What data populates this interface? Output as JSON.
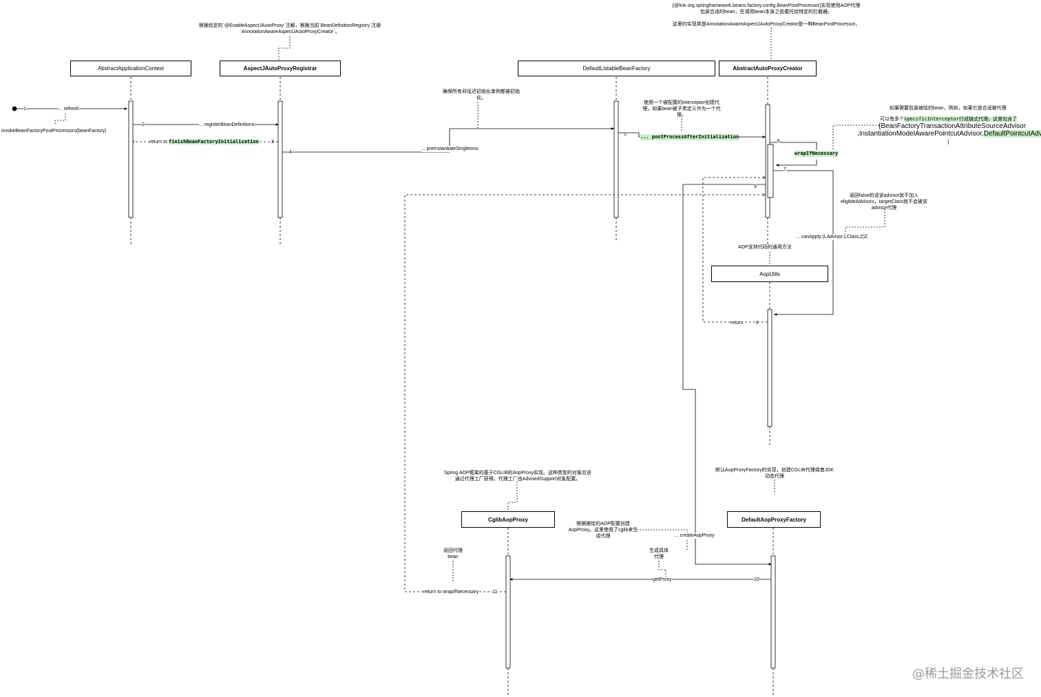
{
  "participants": {
    "abstract_application_context": "AbstractApplicationContext",
    "aspectj_auto_proxy_registrar": "AspectJAutoProxyRegistrar",
    "default_listable_bean_factory": "DefaultListableBeanFactory",
    "abstract_auto_proxy_creator": "AbstractAutoProxyCreator",
    "aop_utils": "AopUtils",
    "cglib_aop_proxy": "CglibAopProxy",
    "default_aop_proxy_factory": "DefaultAopProxyFactory"
  },
  "messages": {
    "m1_num": "1",
    "m1_label": "... refresh",
    "m2_num": "2",
    "m2_label": "... registerBeanDefinitions",
    "m3_num": "3",
    "m3_prefix": "return to",
    "m3_code": "finishBeanFactoryInitialization",
    "m4_num": "4",
    "m4_label": "... preInstantiateSingletons",
    "m5_num": "5",
    "m5_code": "... postProcessAfterInitialization",
    "m6_num": "6",
    "m6_code": "wrapIfNecessary",
    "m7_num": "7",
    "m8_num": "8",
    "m8_label": "return",
    "m9_num": "9",
    "m10_num": "10",
    "m10_label": "getProxy",
    "m11_num": "11",
    "m11_label": "return to wrapIfNecessary",
    "can_apply": "... canApply:(LAdvisor;LClass;Z)Z",
    "create_aop_proxy": "... createAopProxy"
  },
  "notes": {
    "invoke_bfpp": "invokeBeanFactoryPostProcessors(beanFactory)",
    "registrar_line1": "根据给定的`@EnableAspectJAutoProxy`注解，根据当前`BeanDefinitionRegistry`注册",
    "registrar_line2": "`AnnotationAwareAspectJAutoProxyCreator`。",
    "creator_line1": "{@link org.springframework.beans.factory.config.BeanPostProcessor}实现使用AOP代理",
    "creator_line2": "包装合适的bean，在调用bean本身之前委托给特定的拦截器。",
    "creator_line3": "这里的实现类是AnnotationAwareAspectJAutoProxyCreator是一种BeanPostProcessor。",
    "preinst_line1": "确保所有非延迟初始化单例都被初始",
    "preinst_line2": "化。",
    "interceptor_line1": "使用一个被配置的interceptor创建代",
    "interceptor_line2": "理，如果bean被子类定义作为一个代",
    "interceptor_line3": "理。",
    "wrap_line1": "如果需要包装被给的bean，例如，如果它是合适被代理",
    "wrap_line2_prefix": "可以有多个",
    "wrap_line2_code": "specificInterceptor",
    "wrap_line2_suffix": "行成链式代理，这里包含了",
    "wrap_line3": "{BeanFactoryTransactionAttributeSourceAdvisor",
    "wrap_line4_prefix": ",InstantiationModelAwarePointcutAdvisor,",
    "wrap_line4_hl": "DefaultPointcutAdvisor",
    "wrap_line5": "}",
    "eligible_line1": "返回false的话该advisor就不加入",
    "eligible_line2": "eligibleAdvisors，targetClass就不会被该",
    "eligible_line3": "advisor代理",
    "aop_general": "AOP支持代码的通用方法",
    "default_factory_line1": "默认AopProxyFactory的实现，创建CGLIB代理或者JDK",
    "default_factory_line2": "动态代理",
    "cglib_line1": "Spring AOP框架的基于CGLIB的AopProxy实现。这种类型的对象应该",
    "cglib_line2": "通过代理工厂获得。代理工厂由AdvisedSupport对象配置。",
    "create_cfg_line1": "根据被给的AOP配置创建",
    "create_cfg_line2": "AopProxy。这里使用了cglib来生",
    "create_cfg_line3": "成代理",
    "gen_line1": "生成具体",
    "gen_line2": "代理",
    "return_proxy_line1": "返回代理",
    "return_proxy_line2": "bean"
  },
  "watermark": "@稀土掘金技术社区",
  "colors": {
    "line": "#000000",
    "highlight": "#c9efc9",
    "watermark": "#9a9a9a"
  }
}
